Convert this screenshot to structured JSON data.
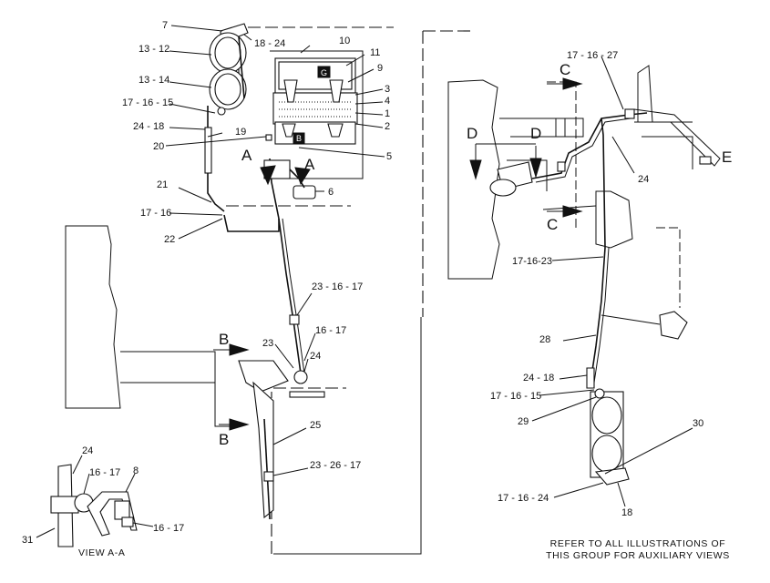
{
  "callouts_left": [
    {
      "id": "c7",
      "text": "7"
    },
    {
      "id": "c18-24-top",
      "text": "18 - 24"
    },
    {
      "id": "c10",
      "text": "10"
    },
    {
      "id": "c11",
      "text": "11"
    },
    {
      "id": "c9",
      "text": "9"
    },
    {
      "id": "c13-12",
      "text": "13 - 12"
    },
    {
      "id": "c13-14",
      "text": "13 - 14"
    },
    {
      "id": "c3",
      "text": "3"
    },
    {
      "id": "c4",
      "text": "4"
    },
    {
      "id": "c1",
      "text": "1"
    },
    {
      "id": "c2",
      "text": "2"
    },
    {
      "id": "c17-16-15",
      "text": "17 - 16 - 15"
    },
    {
      "id": "c24-18",
      "text": "24  - 18"
    },
    {
      "id": "c19",
      "text": "19"
    },
    {
      "id": "c20",
      "text": "20"
    },
    {
      "id": "c5",
      "text": "5"
    },
    {
      "id": "c6",
      "text": "6"
    },
    {
      "id": "c21",
      "text": "21"
    },
    {
      "id": "c17-16",
      "text": "17 - 16"
    },
    {
      "id": "c22",
      "text": "22"
    },
    {
      "id": "c23-16-17",
      "text": "23  - 16 - 17"
    },
    {
      "id": "c16-17",
      "text": "16 - 17"
    },
    {
      "id": "c23",
      "text": "23"
    },
    {
      "id": "c24-mid",
      "text": "24"
    },
    {
      "id": "c25",
      "text": "25"
    },
    {
      "id": "c23-26-17",
      "text": "23 - 26 - 17"
    },
    {
      "id": "c24-view",
      "text": "24"
    },
    {
      "id": "c16-17-view",
      "text": "16 - 17"
    },
    {
      "id": "c8",
      "text": "8"
    },
    {
      "id": "c31",
      "text": "31"
    },
    {
      "id": "c16-17-view2",
      "text": "16 - 17"
    }
  ],
  "callouts_right": [
    {
      "id": "r17-16-27",
      "text": "17 - 16 - 27"
    },
    {
      "id": "r24",
      "text": "24"
    },
    {
      "id": "r17-16-23",
      "text": "17-16-23"
    },
    {
      "id": "r28",
      "text": "28"
    },
    {
      "id": "r24-18",
      "text": "24  - 18"
    },
    {
      "id": "r17-16-15",
      "text": "17 - 16 - 15"
    },
    {
      "id": "r29",
      "text": "29"
    },
    {
      "id": "r30",
      "text": "30"
    },
    {
      "id": "r17-16-24",
      "text": "17 - 16 - 24"
    },
    {
      "id": "r18",
      "text": "18"
    }
  ],
  "view_letters": {
    "a_left": "A",
    "a_right": "A",
    "b_top": "B",
    "b_bottom": "B",
    "c_top": "C",
    "c_bottom": "C",
    "d_left": "D",
    "d_right": "D",
    "e": "E"
  },
  "view_caption": "VIEW  A-A",
  "footnote": {
    "line1": "REFER TO ALL ILLUSTRATIONS OF",
    "line2": "THIS GROUP FOR AUXILIARY VIEWS"
  },
  "panel_symbols": {
    "upper": "G",
    "lower": "B"
  }
}
